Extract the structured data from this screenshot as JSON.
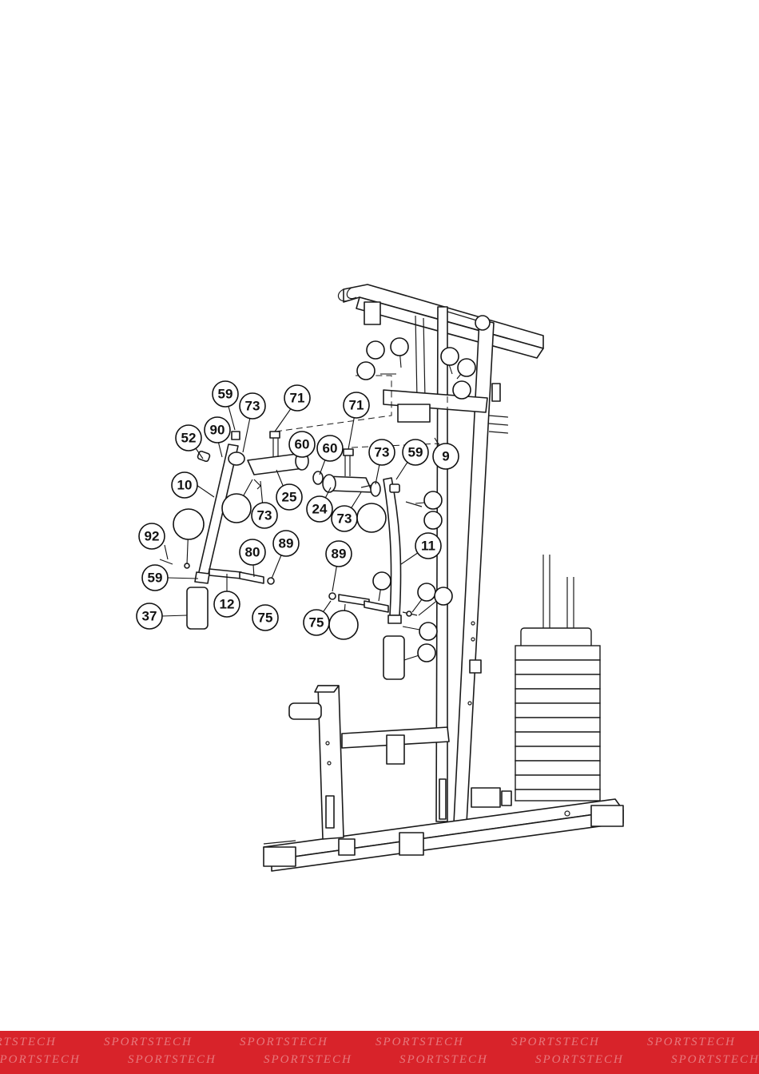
{
  "diagram": {
    "callouts": [
      "9",
      "10",
      "11",
      "12",
      "24",
      "25",
      "37",
      "52",
      "59",
      "59",
      "59",
      "60",
      "60",
      "71",
      "71",
      "73",
      "73",
      "73",
      "73",
      "75",
      "75",
      "80",
      "89",
      "89",
      "90",
      "92"
    ]
  },
  "footer": {
    "watermark": "SPORTSTECH",
    "brand_color": "#d8232a"
  }
}
